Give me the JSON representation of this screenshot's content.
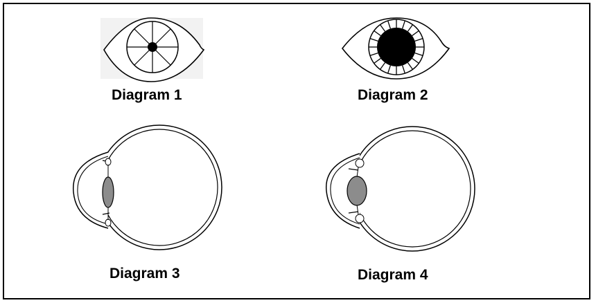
{
  "diagrams": [
    {
      "caption": "Diagram 1",
      "view": "front",
      "pupil": "constricted"
    },
    {
      "caption": "Diagram 2",
      "view": "front",
      "pupil": "dilated"
    },
    {
      "caption": "Diagram 3",
      "view": "cross-section",
      "lens": "thin"
    },
    {
      "caption": "Diagram 4",
      "view": "cross-section",
      "lens": "thick"
    }
  ],
  "colors": {
    "outline": "#000000",
    "pupil": "#000000",
    "lens": "#8c8c8c",
    "iris_background": "#f2f2f2"
  }
}
